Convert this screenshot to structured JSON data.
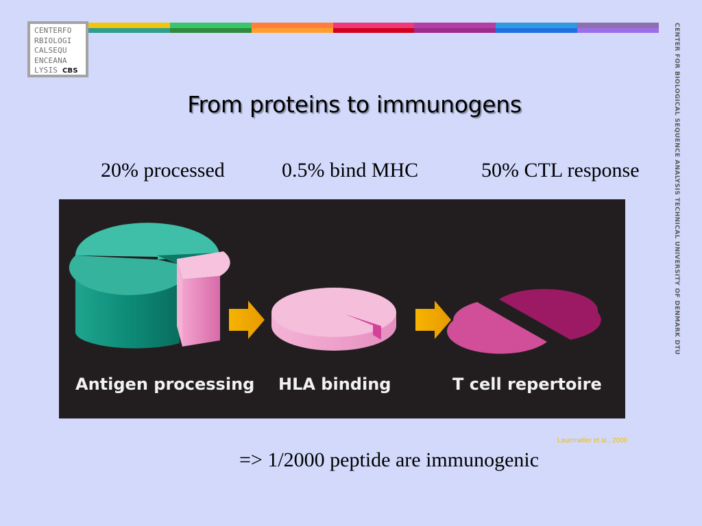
{
  "logo": {
    "lines": [
      "CENTERFO",
      "RBIOLOGI",
      "CALSEQU",
      "ENCEANA",
      "LYSIS"
    ],
    "badge": "CBS"
  },
  "stripe_colors": [
    [
      "#f1c40f",
      "#2e9e8e"
    ],
    [
      "#3bc46b",
      "#2e8b3e"
    ],
    [
      "#ff7f3a",
      "#ff9f2f"
    ],
    [
      "#ee3a79",
      "#d4001f"
    ],
    [
      "#b43fa3",
      "#9c2c8c"
    ],
    [
      "#2f9ae0",
      "#1f6fe0"
    ],
    [
      "#8e6fb0",
      "#9b6fe8"
    ]
  ],
  "side_text": "CENTER FOR BIOLOGICAL SEQUENCE ANALYSIS TECHNICAL UNIVERSITY OF DENMARK DTU",
  "title": "From proteins to immunogens",
  "stats": {
    "processed": "20% processed",
    "bind": "0.5% bind MHC",
    "ctl": "50% CTL response"
  },
  "figure": {
    "label_antigen": "Antigen processing",
    "label_hla": "HLA binding",
    "label_tcell": "T cell repertoire"
  },
  "citation": "Lauemøller et al., 2000",
  "conclusion": "=> 1/2000 peptide are immunogenic"
}
